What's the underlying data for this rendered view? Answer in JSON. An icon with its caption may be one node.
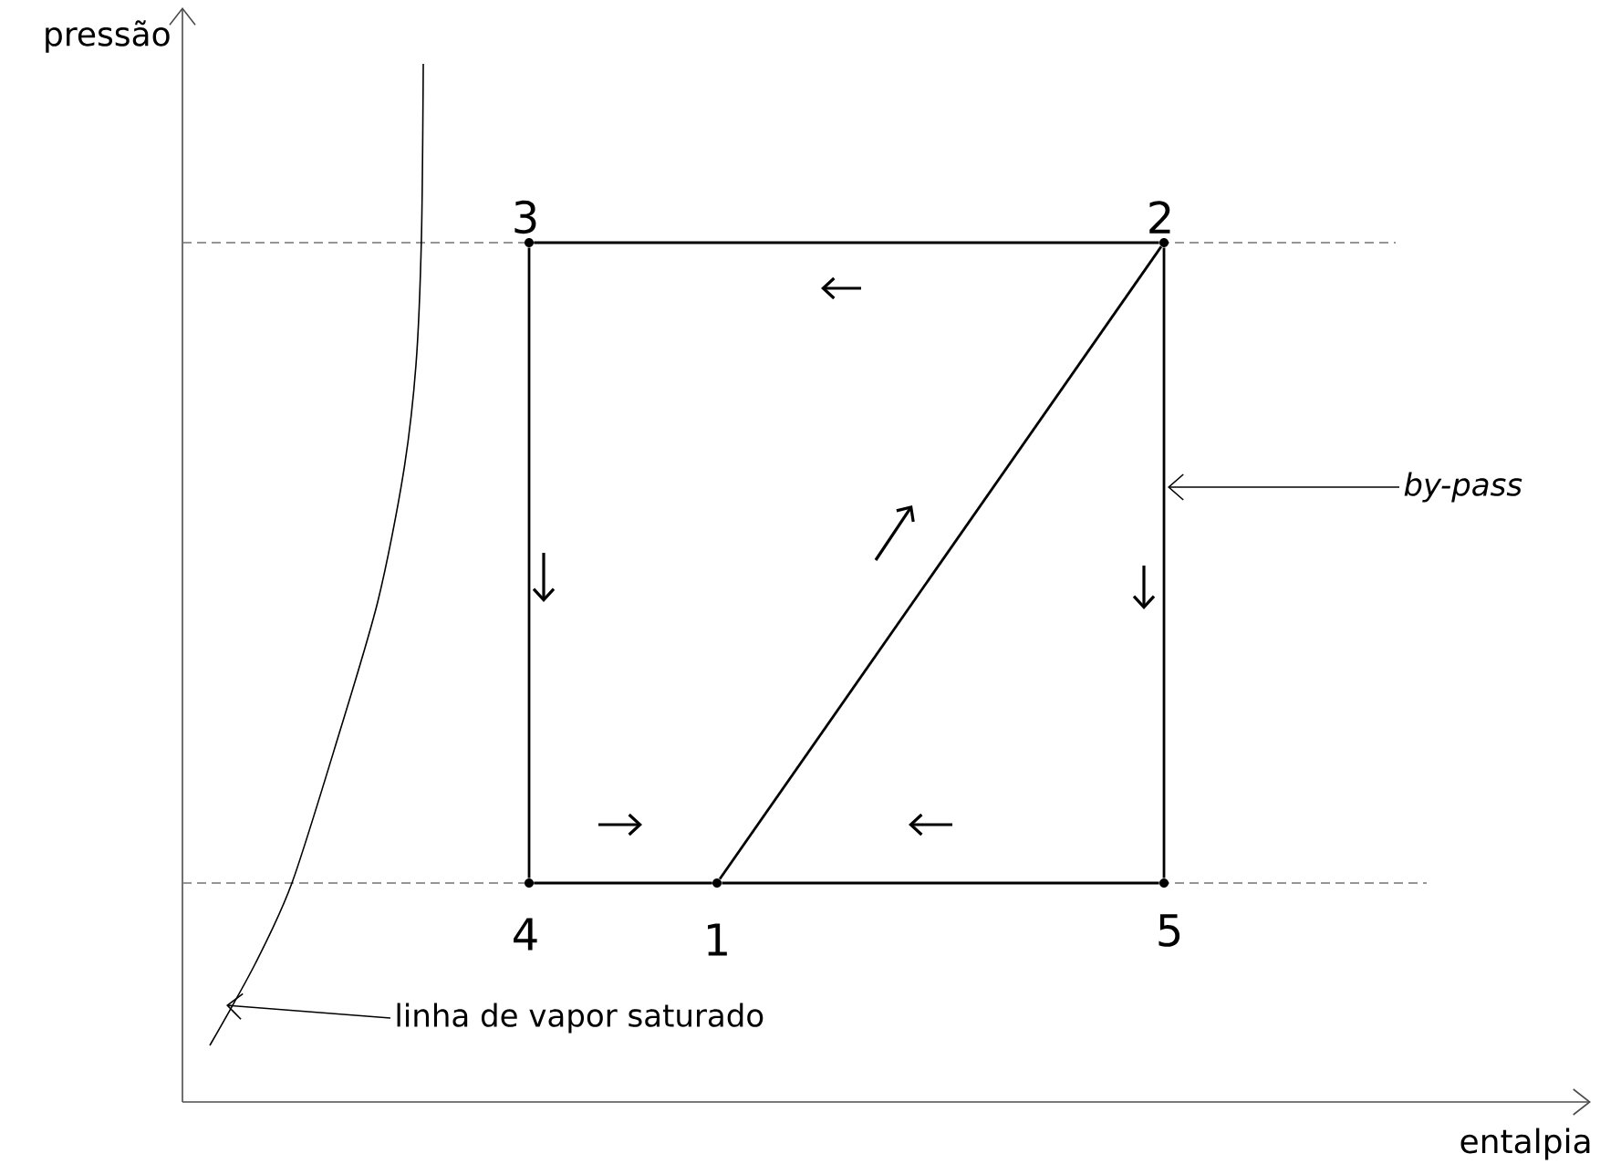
{
  "diagram": {
    "nodes": [
      {
        "text": [
          "1"
        ]
      },
      {
        "text": [
          "2"
        ]
      },
      {
        "text": [
          "3"
        ]
      },
      {
        "text": [
          "4"
        ]
      },
      {
        "text": [
          "5"
        ]
      },
      {
        "text": [
          "*by-pass*"
        ]
      },
      {
        "text": [
          "linha de vapor saturado"
        ]
      },
      {
        "text": [],
        "shape": "curve"
      }
    ],
    "edges": [
      {
        "from": 0,
        "to": 1,
        "arrow": "none"
      },
      {
        "from": 1,
        "to": 2,
        "arrow": "none"
      },
      {
        "from": 2,
        "to": 3,
        "arrow": "none"
      },
      {
        "from": 3,
        "to": 0,
        "arrow": "none"
      },
      {
        "from": 1,
        "to": 4,
        "arrow": "none"
      },
      {
        "from": 4,
        "to": 0,
        "arrow": "none"
      },
      {
        "from": 5,
        "to": null,
        "arrow": "to"
      },
      {
        "from": 6,
        "to": 7,
        "arrow": "to"
      }
    ],
    "labels": [
      "pressão",
      "entalpia"
    ]
  }
}
